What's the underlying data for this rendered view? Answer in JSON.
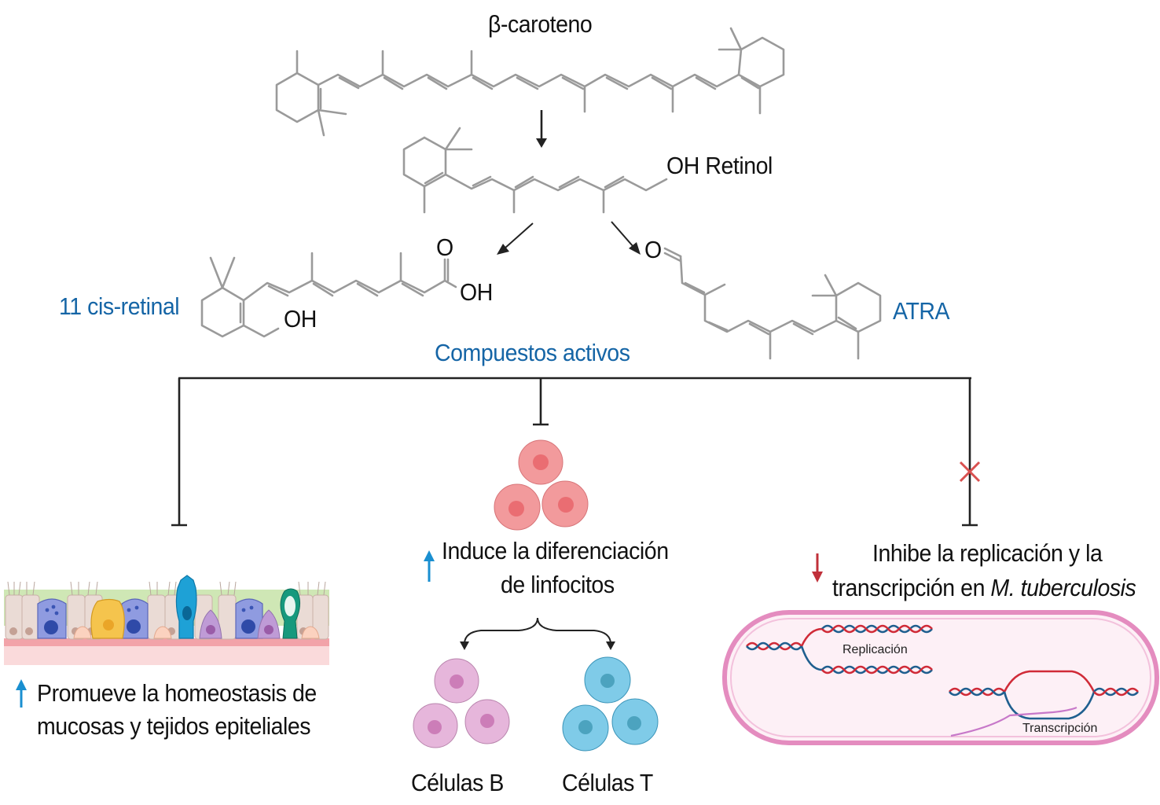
{
  "title": "β-caroteno",
  "molecules": {
    "beta_carotene": "β-caroteno",
    "retinol": "OH Retinol",
    "cis_retinal": "11 cis-retinal",
    "atra": "ATRA",
    "oh_ring": "OH",
    "acid_o": "O",
    "acid_oh": "OH",
    "aldehyde_o": "O"
  },
  "active_compounds_label": "Compuestos activos",
  "branches": [
    {
      "id": "epithelial",
      "indicator": "up",
      "indicator_color": "#1a8fd0",
      "text_lines": [
        "Promueve la homeostasis de",
        "mucosas y tejidos epiteliales"
      ]
    },
    {
      "id": "lymphocytes",
      "indicator": "up",
      "indicator_color": "#1a8fd0",
      "text_lines": [
        "Induce la diferenciación",
        "de linfocitos"
      ],
      "outcomes": [
        "Células B",
        "Células T"
      ]
    },
    {
      "id": "tuberculosis",
      "indicator": "down",
      "indicator_color": "#c0303a",
      "blocked": true,
      "text_line1": "Inhibe la replicación y la",
      "text_line2_plain": "transcripción en ",
      "text_line2_italic": "M. tuberculosis",
      "bacterium_labels": [
        "Replicación",
        "Transcripción"
      ]
    }
  ],
  "colors": {
    "accent_blue": "#1565a6",
    "blocked_x": "#d9504f",
    "membrane": "#e48cbf",
    "membrane_fill": "#fdf0f6",
    "dna_red": "#d02b38",
    "dna_blue": "#1f5f8f",
    "rna": "#c778c9"
  }
}
